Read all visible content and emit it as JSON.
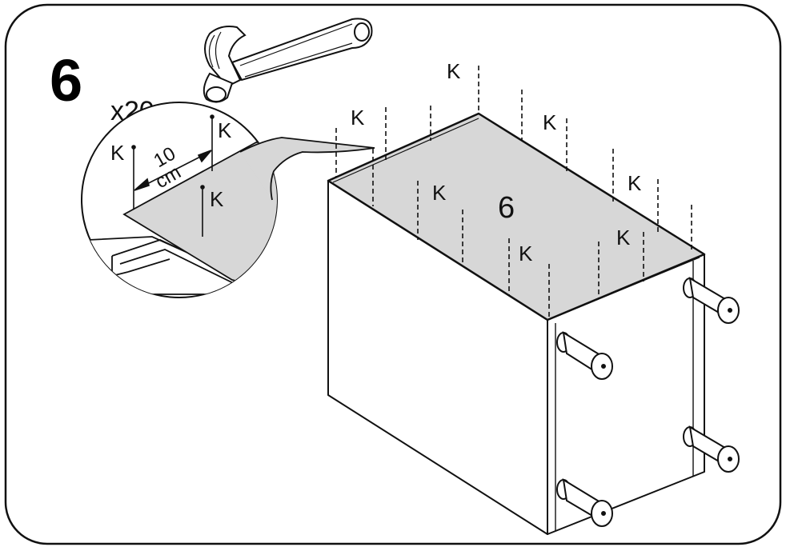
{
  "step": {
    "number": "6",
    "quantity": "x20"
  },
  "detail": {
    "spacing_value": "10",
    "spacing_unit": "cm",
    "nail_label": "K"
  },
  "panel": {
    "part_number": "6"
  },
  "colors": {
    "panel_fill": "#d7d7d7",
    "line": "#111111",
    "background": "#ffffff"
  },
  "icons": [
    "hammer-icon",
    "nail-icon",
    "dowel-peg-icon"
  ]
}
